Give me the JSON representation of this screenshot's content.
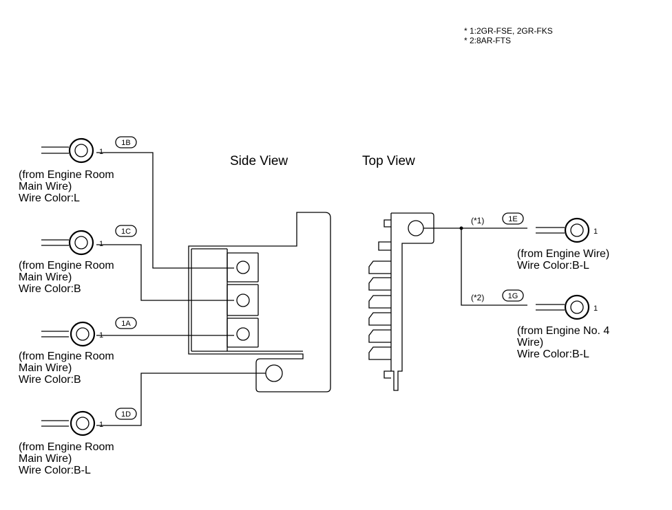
{
  "notes": {
    "note1": "* 1:2GR-FSE, 2GR-FKS",
    "note2": "* 2:8AR-FTS"
  },
  "views": {
    "side": "Side View",
    "top": "Top View"
  },
  "connectors": {
    "c1b": {
      "tag": "1B",
      "pin": "1",
      "line1": "(from Engine Room",
      "line2": "Main Wire)",
      "color": "Wire Color:L"
    },
    "c1c": {
      "tag": "1C",
      "pin": "1",
      "line1": "(from Engine Room",
      "line2": "Main Wire)",
      "color": "Wire Color:B"
    },
    "c1a": {
      "tag": "1A",
      "pin": "1",
      "line1": "(from Engine Room",
      "line2": "Main Wire)",
      "color": "Wire Color:B"
    },
    "c1d": {
      "tag": "1D",
      "pin": "1",
      "line1": "(from Engine Room",
      "line2": "Main Wire)",
      "color": "Wire Color:B-L"
    },
    "c1e": {
      "tag": "1E",
      "pin": "1",
      "note": "(*1)",
      "line1": "(from Engine Wire)",
      "color": "Wire Color:B-L"
    },
    "c1g": {
      "tag": "1G",
      "pin": "1",
      "note": "(*2)",
      "line1": "(from Engine No. 4",
      "line2": "Wire)",
      "color": "Wire Color:B-L"
    }
  }
}
